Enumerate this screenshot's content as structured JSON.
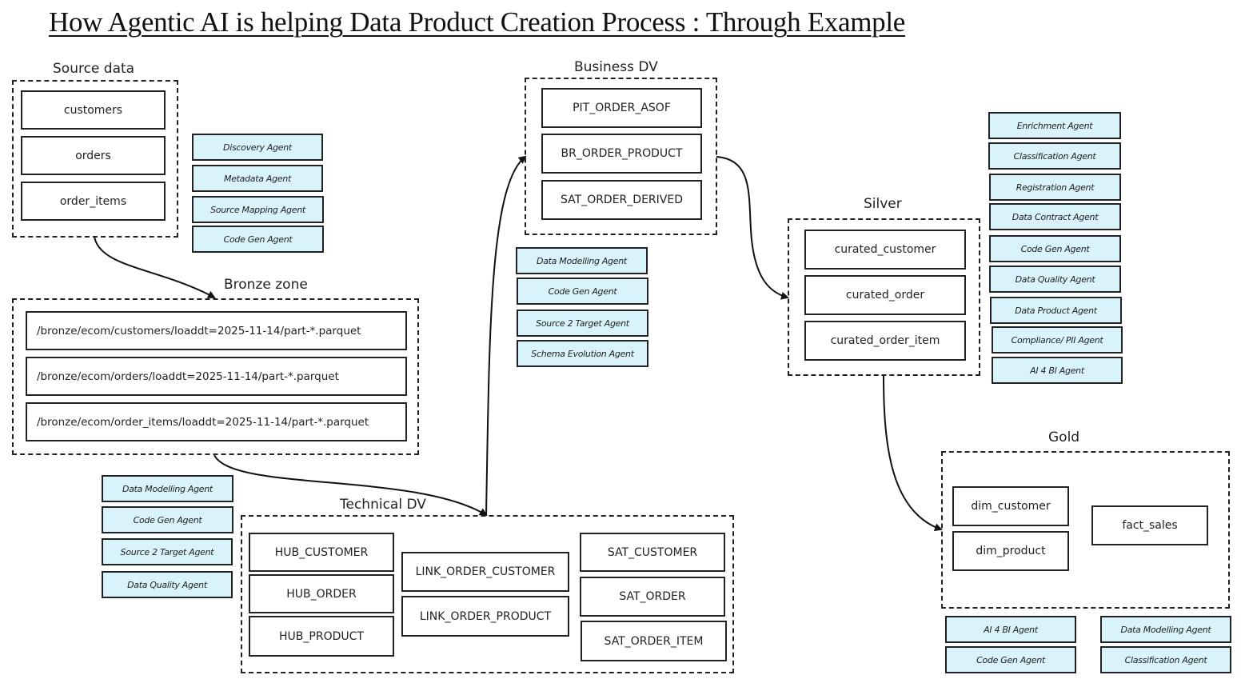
{
  "title": "How Agentic AI  is helping Data Product Creation Process : Through Example",
  "colors": {
    "agent_fill": "#d9f3fb",
    "border": "#222222"
  },
  "source": {
    "label": "Source data",
    "tables": [
      "customers",
      "orders",
      "order_items"
    ],
    "agents": [
      "Discovery Agent",
      "Metadata Agent",
      "Source Mapping Agent",
      "Code Gen Agent"
    ]
  },
  "bronze": {
    "label": "Bronze zone",
    "tables": [
      "/bronze/ecom/customers/loaddt=2025-11-14/part-*.parquet",
      "/bronze/ecom/orders/loaddt=2025-11-14/part-*.parquet",
      "/bronze/ecom/order_items/loaddt=2025-11-14/part-*.parquet"
    ],
    "agents": [
      "Data Modelling Agent",
      "Code Gen Agent",
      "Source 2 Target Agent",
      "Data Quality Agent"
    ]
  },
  "technical_dv": {
    "label": "Technical DV",
    "hubs": [
      "HUB_CUSTOMER",
      "HUB_ORDER",
      "HUB_PRODUCT"
    ],
    "links": [
      "LINK_ORDER_CUSTOMER",
      "LINK_ORDER_PRODUCT"
    ],
    "sats": [
      "SAT_CUSTOMER",
      "SAT_ORDER",
      "SAT_ORDER_ITEM"
    ]
  },
  "business_dv": {
    "label": "Business DV",
    "tables": [
      "PIT_ORDER_ASOF",
      "BR_ORDER_PRODUCT",
      "SAT_ORDER_DERIVED"
    ],
    "agents": [
      "Data Modelling Agent",
      "Code Gen Agent",
      "Source 2 Target Agent",
      "Schema Evolution Agent"
    ]
  },
  "silver": {
    "label": "Silver",
    "tables": [
      "curated_customer",
      "curated_order",
      "curated_order_item"
    ],
    "agents": [
      "Enrichment Agent",
      "Classification Agent",
      "Registration Agent",
      "Data Contract Agent",
      "Code Gen Agent",
      "Data Quality Agent",
      "Data Product Agent",
      "Compliance/ PII  Agent",
      "AI 4 BI Agent"
    ]
  },
  "gold": {
    "label": "Gold",
    "dims": [
      "dim_customer",
      "dim_product"
    ],
    "facts": [
      "fact_sales"
    ],
    "agents_left": [
      "AI 4 BI Agent",
      "Code Gen Agent"
    ],
    "agents_right": [
      "Data Modelling Agent",
      "Classification Agent"
    ]
  }
}
